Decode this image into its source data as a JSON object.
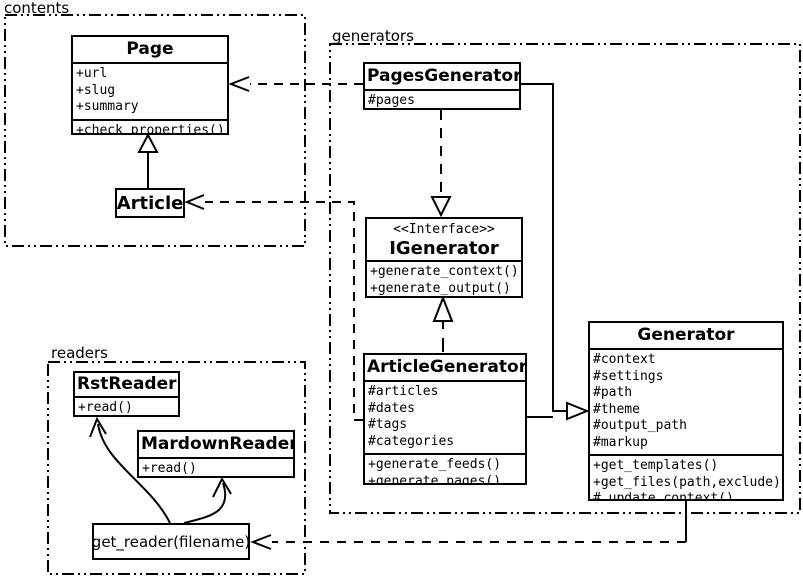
{
  "packages": {
    "contents": {
      "label": "contents"
    },
    "generators": {
      "label": "generators"
    },
    "readers": {
      "label": "readers"
    }
  },
  "classes": {
    "page": {
      "name": "Page",
      "attributes": [
        "+url",
        "+slug",
        "+summary"
      ],
      "methods": [
        "+check_properties()"
      ]
    },
    "article": {
      "name": "Article"
    },
    "pages_generator": {
      "name": "PagesGenerator",
      "attributes": [
        "#pages"
      ]
    },
    "igenerator": {
      "stereotype": "<<Interface>>",
      "name": "IGenerator",
      "methods": [
        "+generate_context()",
        "+generate_output()"
      ]
    },
    "article_generator": {
      "name": "ArticleGenerator",
      "attributes": [
        "#articles",
        "#dates",
        "#tags",
        "#categories"
      ],
      "methods": [
        "+generate_feeds()",
        "+generate_pages()"
      ]
    },
    "generator": {
      "name": "Generator",
      "attributes": [
        "#context",
        "#settings",
        "#path",
        "#theme",
        "#output_path",
        "#markup"
      ],
      "methods": [
        "+get_templates()",
        "+get_files(path,exclude)",
        "#_update_context()"
      ]
    },
    "rst_reader": {
      "name": "RstReader",
      "methods": [
        "+read()"
      ]
    },
    "mardown_reader": {
      "name": "MardownReader",
      "methods": [
        "+read()"
      ]
    },
    "get_reader": {
      "name": "get_reader(filename)"
    }
  },
  "colors": {
    "line": "#000000",
    "background": "#ffffff"
  }
}
